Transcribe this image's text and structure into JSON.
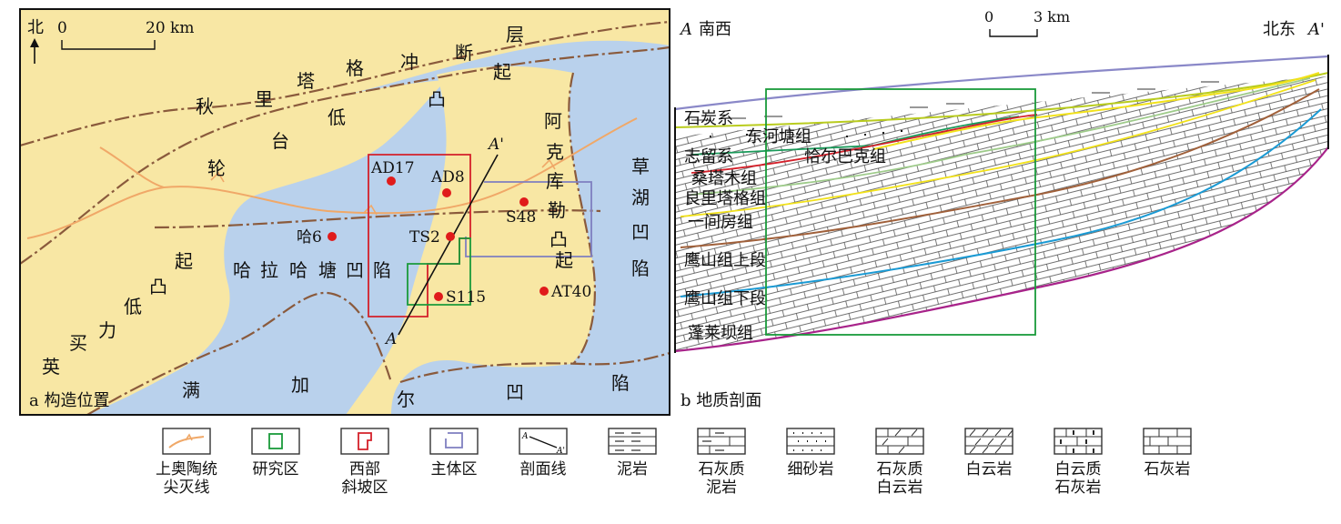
{
  "map": {
    "north": "北",
    "scale_zero": "0",
    "scale_label": "20 km",
    "caption": "a 构造位置",
    "wells": {
      "ad17": "AD17",
      "ad8": "AD8",
      "s48": "S48",
      "ha6": "哈6",
      "ts2": "TS2",
      "s115": "S115",
      "at40": "AT40"
    },
    "section_end": "A'",
    "section_start": "A",
    "chars": {
      "qiu": "秋",
      "li": "里",
      "ta": "塔",
      "ge": "格",
      "chong": "冲",
      "duan": "断",
      "ceng": "层",
      "di1": "低",
      "tu1": "凸",
      "qi1": "起",
      "tai": "台",
      "lun": "轮",
      "a": "阿",
      "ke": "克",
      "ku": "库",
      "le": "勒",
      "tu2": "凸",
      "qi2": "起",
      "cao": "草",
      "hu": "湖",
      "ao1": "凹",
      "xian1": "陷",
      "ha1": "哈",
      "la": "拉",
      "ha2": "哈",
      "tang": "塘",
      "ao2": "凹",
      "xian2": "陷",
      "ying": "英",
      "mai": "买",
      "li2": "力",
      "di2": "低",
      "tu3": "凸",
      "qi3": "起",
      "man": "满",
      "jia": "加",
      "er": "尔",
      "ao3": "凹",
      "xian3": "陷"
    }
  },
  "section": {
    "left_end_letter": "A",
    "left_end": "南西",
    "right_end": "北东",
    "right_end_letter": "A'",
    "scale_zero": "0",
    "scale_label": "3 km",
    "caption": "b 地质剖面",
    "formations": {
      "carboniferous": "石炭系",
      "donghetang": "东河塘组",
      "silurian": "志留系",
      "qiaerbake": "恰尔巴克组",
      "sangtamu": "桑塔木组",
      "lianglitage": "良里塔格组",
      "yijianfang": "一间房组",
      "yingshan_upper": "鹰山组上段",
      "yingshan_lower": "鹰山组下段",
      "penglaiba": "蓬莱坝组"
    }
  },
  "legend": [
    {
      "id": "pinchout",
      "label": "上奥陶统\n尖灭线"
    },
    {
      "id": "study",
      "label": "研究区"
    },
    {
      "id": "slope",
      "label": "西部\n斜坡区"
    },
    {
      "id": "main",
      "label": "主体区"
    },
    {
      "id": "line",
      "label": "剖面线"
    },
    {
      "id": "mudstone",
      "label": "泥岩"
    },
    {
      "id": "calc-mud",
      "label": "石灰质\n泥岩"
    },
    {
      "id": "sandstone",
      "label": "细砂岩"
    },
    {
      "id": "calc-dolo",
      "label": "石灰质\n白云岩"
    },
    {
      "id": "dolomite",
      "label": "白云岩"
    },
    {
      "id": "dolo-lime",
      "label": "白云质\n石灰岩"
    },
    {
      "id": "limestone",
      "label": "石灰岩"
    }
  ],
  "legend_symbols": {
    "line_a": "A",
    "line_a2": "A'"
  },
  "colors": {
    "uplift": "#f8e7a4",
    "depression": "#b9d1ec",
    "fault": "#8a5a3c",
    "pinchout": "#f0a868",
    "study": "#1a9a3a",
    "slope": "#d4202a",
    "main": "#7f7fc0",
    "well": "#e01b1b"
  }
}
